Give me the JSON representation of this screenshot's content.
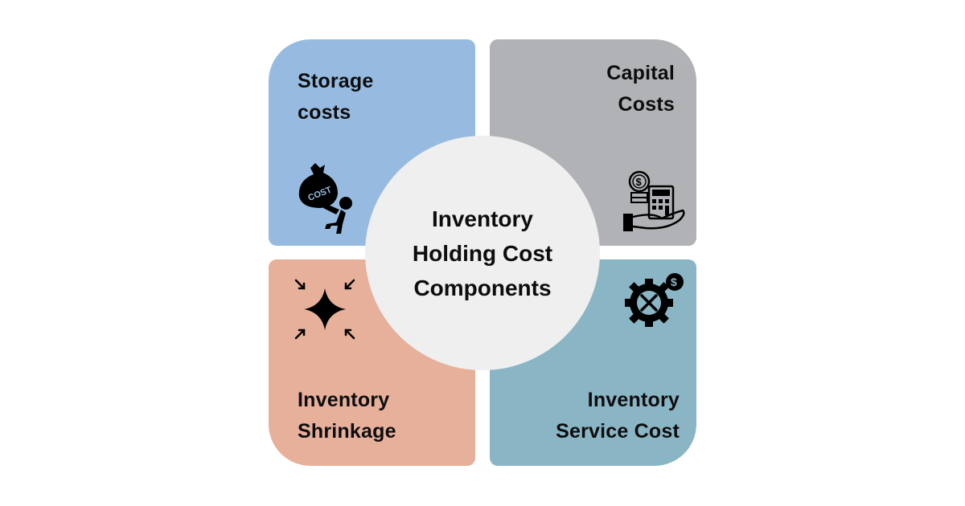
{
  "diagram": {
    "center": {
      "lines": [
        "Inventory",
        "Holding Cost",
        "Components"
      ],
      "color": "#efefef"
    },
    "quadrants": [
      {
        "position": "top-left",
        "lines": [
          "Storage",
          "costs"
        ],
        "color": "#97bbe0",
        "icon": "person-carrying-cost-bag-icon",
        "icon_text": "COST"
      },
      {
        "position": "top-right",
        "lines": [
          "Capital",
          "Costs"
        ],
        "color": "#b0b2b5",
        "icon": "hand-coins-calculator-icon"
      },
      {
        "position": "bottom-left",
        "lines": [
          "Inventory",
          "Shrinkage"
        ],
        "color": "#e7b09b",
        "icon": "shrink-sparkle-icon"
      },
      {
        "position": "bottom-right",
        "lines": [
          "Inventory",
          "Service Cost"
        ],
        "color": "#8ab5c5",
        "icon": "gear-tools-dollar-icon"
      }
    ]
  }
}
